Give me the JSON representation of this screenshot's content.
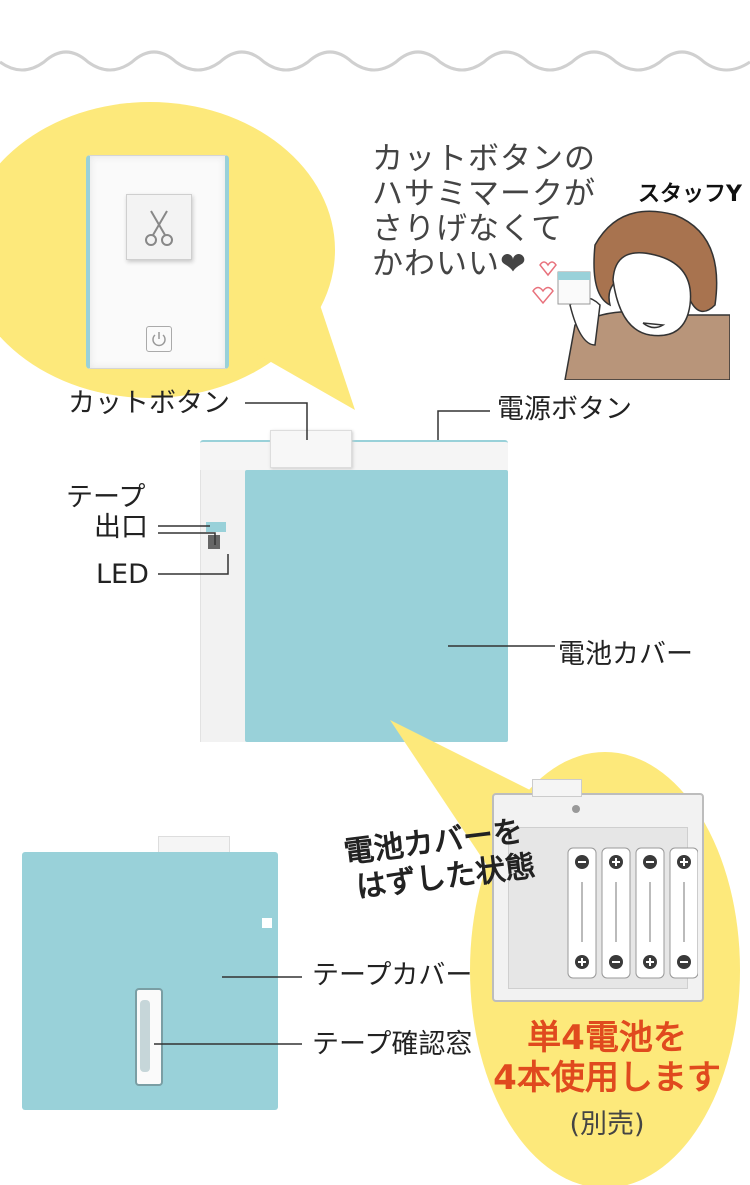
{
  "colors": {
    "accent_blue": "#99d1d9",
    "accent_yellow": "#fde97b",
    "scallop": "#d6d6d6",
    "red_text": "#e04a1e"
  },
  "callouts": {
    "cut_button": "カットボタン",
    "power_button": "電源ボタン",
    "tape_exit_line1": "テープ",
    "tape_exit_line2": "出口",
    "led": "LED",
    "battery_cover": "電池カバー",
    "tape_cover": "テープカバー",
    "tape_window": "テープ確認窓"
  },
  "staff": {
    "name": "スタッフY",
    "comment_lines": [
      "カットボタンの",
      "ハサミマークが",
      "さりげなくて",
      "かわいい❤"
    ]
  },
  "battery_panel": {
    "removed_line1": "電池カバーを",
    "removed_line2": "はずした状態",
    "usage_line1": "単4電池を",
    "usage_line2": "4本使用します",
    "note": "(別売)"
  },
  "icons": {
    "cut_button": "scissors-icon",
    "power_button": "power-icon",
    "battery_plus": "plus-icon",
    "battery_minus": "minus-icon",
    "heart": "heart-icon"
  }
}
